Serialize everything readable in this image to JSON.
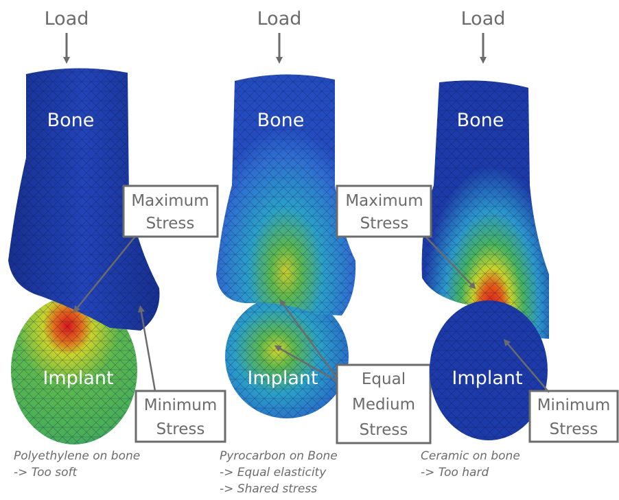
{
  "colors": {
    "bone_blue": "#1c3aa8",
    "stress_red": "#d8141c",
    "stress_green": "#54b64c",
    "label_gray": "#6b6b6b",
    "label_text": "#ffffff"
  },
  "panels": [
    {
      "load_label": "Load",
      "bone_label": "Bone",
      "implant_label": "Implant",
      "max_stress": [
        "Maximum",
        "Stress"
      ],
      "min_stress": [
        "Minimum",
        "Stress"
      ],
      "caption": [
        "Polyethylene on bone",
        "-> Too soft"
      ]
    },
    {
      "load_label": "Load",
      "bone_label": "Bone",
      "implant_label": "Implant",
      "equal_stress": [
        "Equal",
        "Medium",
        "Stress"
      ],
      "caption": [
        "Pyrocarbon on Bone",
        "-> Equal elasticity",
        "-> Shared stress"
      ]
    },
    {
      "load_label": "Load",
      "bone_label": "Bone",
      "implant_label": "Implant",
      "max_stress": [
        "Maximum",
        "Stress"
      ],
      "min_stress": [
        "Minimum",
        "Stress"
      ],
      "caption": [
        "Ceramic on bone",
        "-> Too hard"
      ]
    }
  ]
}
